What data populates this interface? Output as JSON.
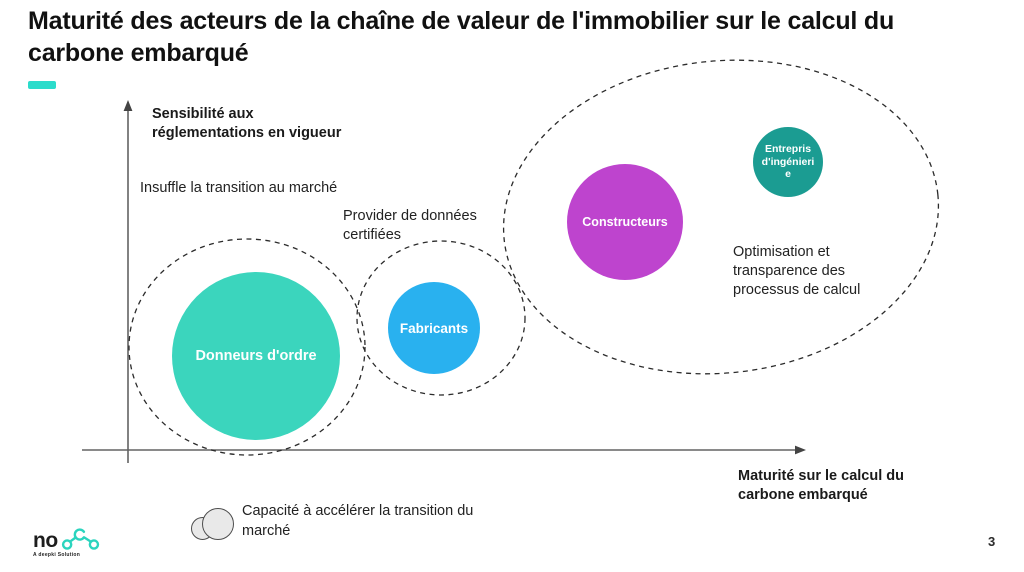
{
  "header": {
    "title": "Maturité des acteurs de la chaîne de valeur de l'immobilier sur le calcul du carbone embarqué"
  },
  "chart": {
    "y_axis_label": "Sensibilité aux réglementations en vigueur",
    "x_axis_label": "Maturité sur le calcul du carbone embarqué",
    "annotations": {
      "insuffle": "Insuffle la transition au marché",
      "provider": "Provider de données certifiées",
      "optimisation": "Optimisation et transparence des processus de calcul"
    },
    "bubbles": [
      {
        "id": "donneurs-ordre",
        "label": "Donneurs d'ordre",
        "color": "#3BD5BD"
      },
      {
        "id": "fabricants",
        "label": "Fabricants",
        "color": "#29B1EF"
      },
      {
        "id": "constructeurs",
        "label": "Constructeurs",
        "color": "#BE44CE"
      },
      {
        "id": "entreprises-ingenierie",
        "label": "Entrepris d'ingénierie",
        "color": "#1B9C92"
      }
    ]
  },
  "legend": {
    "label": "Capacité à accélérer la transition du marché"
  },
  "footer": {
    "logo_text": "no",
    "logo_tagline": "A deepki Solution",
    "page_number": "3"
  },
  "colors": {
    "accent_teal": "#2BDCCB",
    "bubble_teal": "#3BD5BD",
    "bubble_blue": "#29B1EF",
    "bubble_magenta": "#BE44CE",
    "bubble_dark_teal": "#1B9C92",
    "legend_gray": "#E9E9E9"
  },
  "chart_data": {
    "type": "scatter",
    "title": "Maturité des acteurs de la chaîne de valeur de l'immobilier sur le calcul du carbone embarqué",
    "xlabel": "Maturité sur le calcul du carbone embarqué",
    "ylabel": "Sensibilité aux réglementations en vigueur",
    "axes": {
      "quantitative": false,
      "ticks": "none",
      "grid": false
    },
    "bubble_size_meaning": "Capacité à accélérer la transition du marché",
    "points": [
      {
        "label": "Donneurs d'ordre",
        "x_rel": 0.24,
        "y_rel": 0.29,
        "radius_px": 84,
        "color": "#3BD5BD",
        "dashed_outline": "own"
      },
      {
        "label": "Fabricants",
        "x_rel": 0.5,
        "y_rel": 0.38,
        "radius_px": 46,
        "color": "#29B1EF",
        "dashed_outline": "own",
        "outline_caption": "Provider de données certifiées"
      },
      {
        "label": "Constructeurs",
        "x_rel": 0.77,
        "y_rel": 0.66,
        "radius_px": 58,
        "color": "#BE44CE",
        "dashed_outline": "shared-group"
      },
      {
        "label": "Entrepris d'ingénierie",
        "x_rel": 0.96,
        "y_rel": 0.82,
        "radius_px": 35,
        "color": "#1B9C92",
        "dashed_outline": "shared-group"
      }
    ],
    "group_caption": "Optimisation et transparence des processus de calcul",
    "free_caption": "Insuffle la transition au marché",
    "legend_position": "bottom-left",
    "page_number": "3"
  }
}
